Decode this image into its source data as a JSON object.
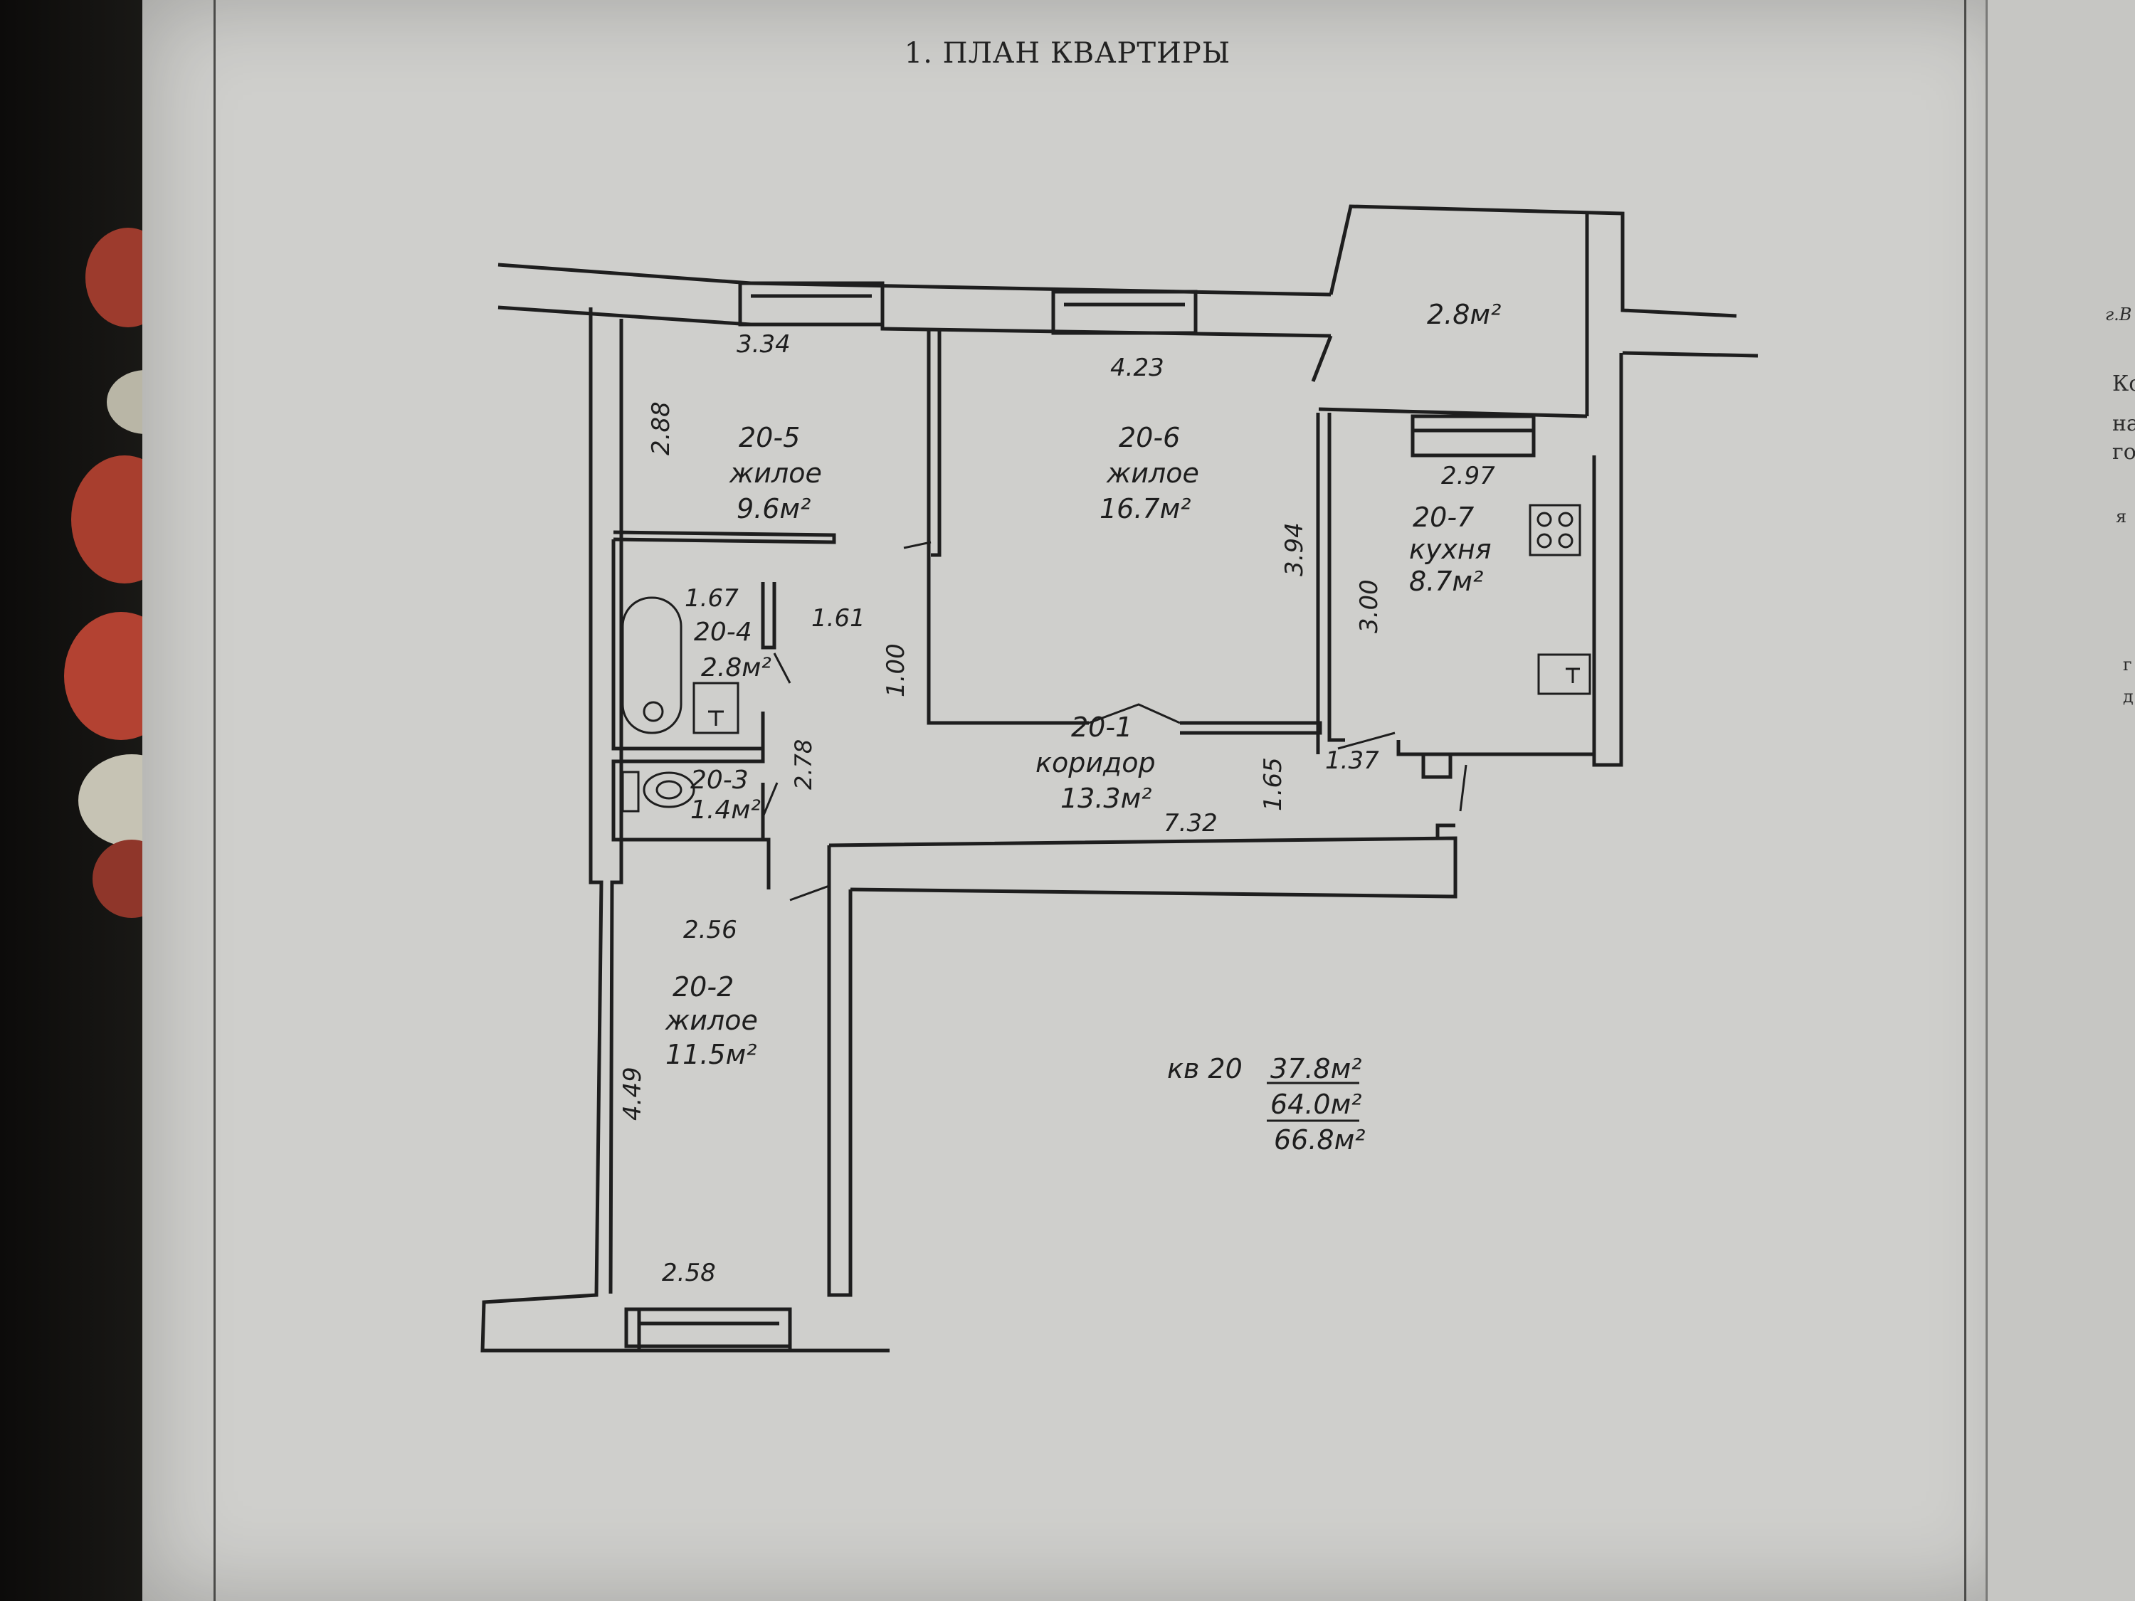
{
  "title": "1. ПЛАН   КВАРТИРЫ",
  "rooms": [
    {
      "id": "20-5",
      "type": "жилое",
      "area": "9.6м²"
    },
    {
      "id": "20-6",
      "type": "жилое",
      "area": "16.7м²"
    },
    {
      "id": "20-7",
      "type": "кухня",
      "area": "8.7м²"
    },
    {
      "id": "20-4",
      "area": "2.8м²"
    },
    {
      "id": "20-3",
      "area": "1.4м²"
    },
    {
      "id": "20-1",
      "type": "коридор",
      "area": "13.3м²"
    },
    {
      "id": "20-2",
      "type": "жилое",
      "area": "11.5м²"
    }
  ],
  "balcony_area": "2.8м²",
  "dimensions": {
    "d334": "3.34",
    "d423": "4.23",
    "d288": "2.88",
    "d297": "2.97",
    "d394": "3.94",
    "d300": "3.00",
    "d167": "1.67",
    "d161": "1.61",
    "d100": "1.00",
    "d278": "2.78",
    "d165": "1.65",
    "d137": "1.37",
    "d732": "7.32",
    "d256": "2.56",
    "d449": "4.49",
    "d258": "2.58"
  },
  "apartment": {
    "label": "кв 20",
    "area_living": "37.8м²",
    "area_total": "64.0м²",
    "area_total_with_balcony": "66.8м²"
  },
  "side_page_fragments": [
    "г.В",
    "Ко",
    "на",
    "го",
    "я",
    "г",
    "д"
  ],
  "colors": {
    "paper": "#cfcfcc",
    "ink": "#1e1e1e",
    "background": "#1b1a18"
  }
}
